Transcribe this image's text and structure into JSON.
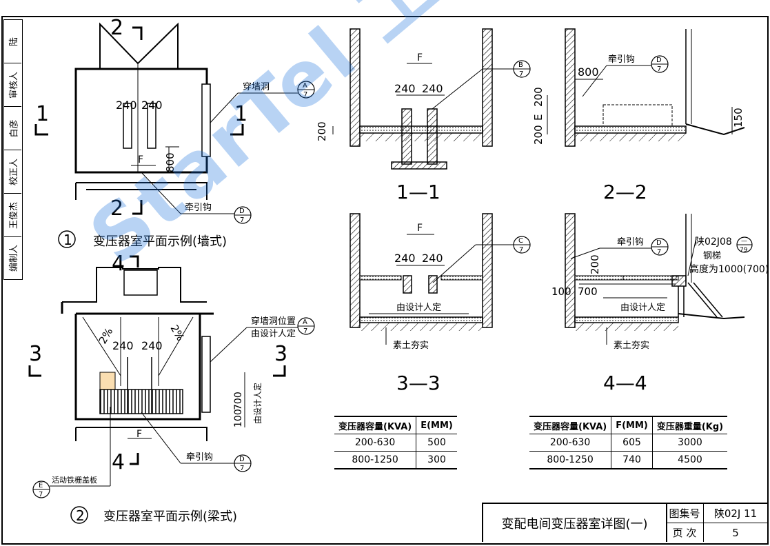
{
  "side_strip": [
    "编制人",
    "王俊杰",
    "校正人",
    "白彦",
    "审核人",
    "陆"
  ],
  "plan1": {
    "num": "1",
    "title": "变压器室平面示例(墙式)",
    "section_2": "2",
    "section_1": "1",
    "dim_240a": "240",
    "dim_240b": "240",
    "dim_f": "F",
    "dim_800": "800",
    "label_hole": "穿墙洞",
    "ref_hole": {
      "top": "A",
      "bottom": "7"
    },
    "label_hook": "牵引钩",
    "ref_hook": {
      "top": "D",
      "bottom": "7"
    }
  },
  "plan2": {
    "num": "2",
    "title": "变压器室平面示例(梁式)",
    "section_4": "4",
    "section_3": "3",
    "pct_left": "2%",
    "pct_right": "2%",
    "dim_240a": "240",
    "dim_240b": "240",
    "dim_f": "F",
    "dim_100": "100",
    "dim_700": "700",
    "dim_design": "由设计人定",
    "label_hole": "穿墙洞位置由设计人定",
    "label_hole_1": "穿墙洞位置",
    "label_hole_2": "由设计人定",
    "ref_hole": {
      "top": "A",
      "bottom": "7"
    },
    "label_hook": "牵引钩",
    "ref_hook": {
      "top": "D",
      "bottom": "7"
    },
    "label_grate": "活动铁栅盖板",
    "ref_grate": {
      "top": "E",
      "bottom": "7"
    }
  },
  "sec11": {
    "title": "1—1",
    "dim_f": "F",
    "dim_240a": "240",
    "dim_240b": "240",
    "dim_200": "200",
    "ref": {
      "top": "B",
      "bottom": "7"
    }
  },
  "sec22": {
    "title": "2—2",
    "dim_800": "800",
    "dim_200": "200",
    "dim_e": "E",
    "dim_200b": "200",
    "dim_150": "150",
    "label_hook": "牵引钩",
    "ref": {
      "top": "D",
      "bottom": "7"
    }
  },
  "sec33": {
    "title": "3—3",
    "dim_f": "F",
    "dim_240a": "240",
    "dim_240b": "240",
    "dim_design": "由设计人定",
    "soil": "素土夯实",
    "ref": {
      "top": "C",
      "bottom": "7"
    }
  },
  "sec44": {
    "title": "4—4",
    "label_hook": "牵引钩",
    "ref": {
      "top": "D",
      "bottom": "7"
    },
    "dim_200": "200",
    "dim_100": "100",
    "dim_700": "700",
    "dim_design": "由设计人定",
    "soil": "素土夯实",
    "ladder_code": "陕02J08",
    "ladder_ref": {
      "top": "—",
      "bottom": "79"
    },
    "ladder_name": "钢梯",
    "ladder_height": "高度为1000(700)"
  },
  "table_e": {
    "headers": [
      "变压器容量(KVA)",
      "E(MM)"
    ],
    "rows": [
      [
        "200-630",
        "500"
      ],
      [
        "800-1250",
        "300"
      ]
    ]
  },
  "table_f": {
    "headers": [
      "变压器容量(KVA)",
      "F(MM)",
      "变压器重量(Kg)"
    ],
    "rows": [
      [
        "200-630",
        "605",
        "3000"
      ],
      [
        "800-1250",
        "740",
        "4500"
      ]
    ]
  },
  "title_block": {
    "title": "变配电间变压器室详图(一)",
    "atlas_label": "图集号",
    "atlas_value": "陕02J 11",
    "page_label": "页 次",
    "page_value": "5"
  },
  "watermark": "StarTel 工程学院",
  "colors": {
    "ink": "#000000",
    "watermark": "#1e6edc",
    "orange": "#f0a020"
  }
}
